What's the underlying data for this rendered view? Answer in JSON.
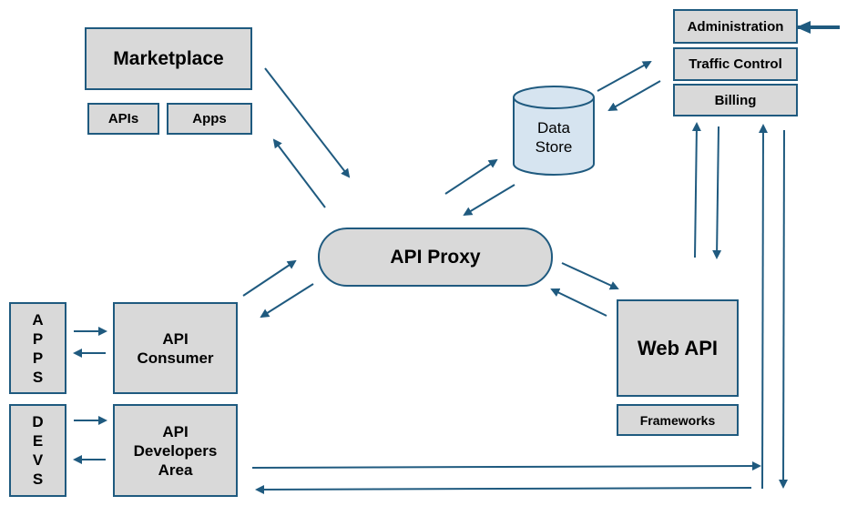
{
  "diagram": {
    "marketplace": {
      "title": "Marketplace",
      "sub": [
        "APIs",
        "Apps"
      ]
    },
    "data_store": {
      "label_line1": "Data",
      "label_line2": "Store"
    },
    "admin_stack": [
      "Administration",
      "Traffic Control",
      "Billing"
    ],
    "api_proxy": "API Proxy",
    "web_api": {
      "title": "Web API",
      "sub": "Frameworks"
    },
    "apps_side": [
      "A",
      "P",
      "P",
      "S"
    ],
    "devs_side": [
      "D",
      "E",
      "V",
      "S"
    ],
    "api_consumer": {
      "line1": "API",
      "line2": "Consumer"
    },
    "api_dev_area": {
      "line1": "API",
      "line2": "Developers",
      "line3": "Area"
    },
    "colors": {
      "stroke": "#1f5a7f",
      "box_fill": "#d9d9d9",
      "store_fill": "#d6e4f0"
    }
  }
}
